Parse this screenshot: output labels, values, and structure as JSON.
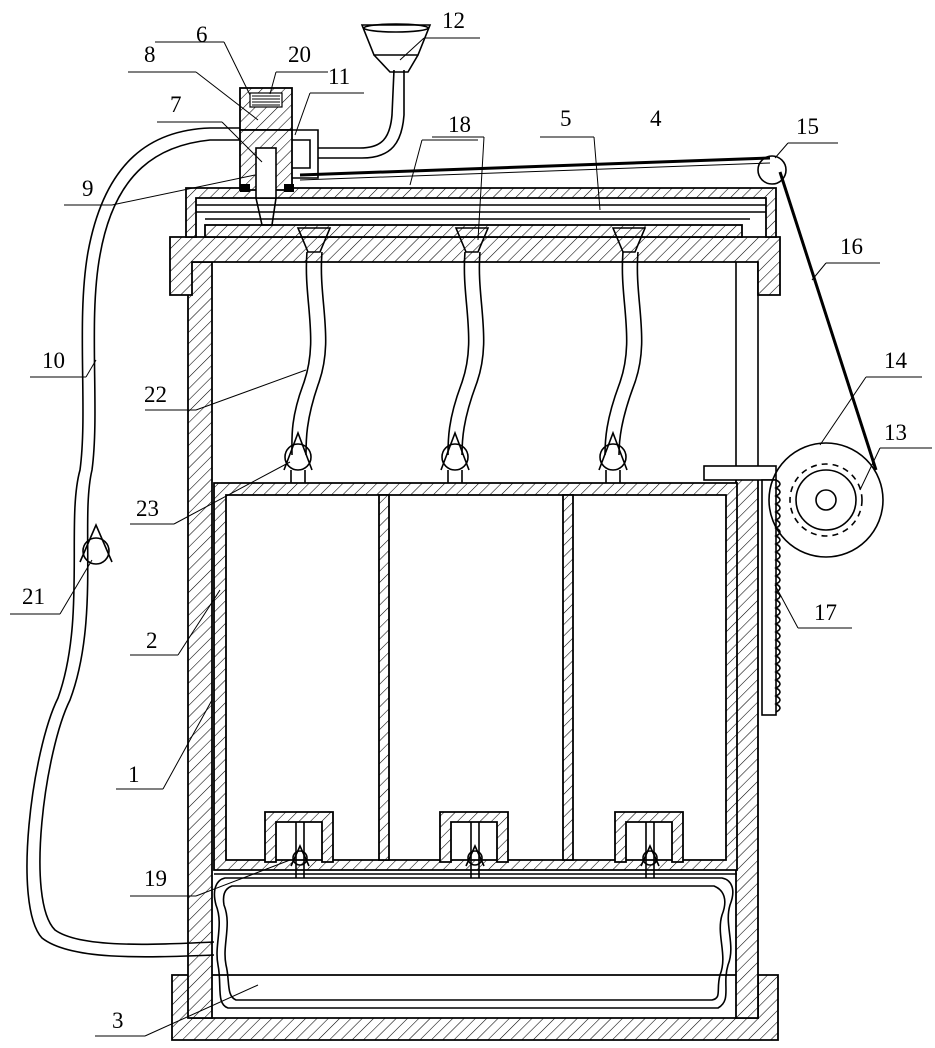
{
  "labels": [
    "1",
    "2",
    "3",
    "4",
    "5",
    "6",
    "7",
    "8",
    "9",
    "10",
    "11",
    "12",
    "13",
    "14",
    "15",
    "16",
    "17",
    "18",
    "19",
    "20",
    "21",
    "22",
    "23"
  ],
  "colors": {
    "line": "#000000",
    "background": "#ffffff"
  }
}
